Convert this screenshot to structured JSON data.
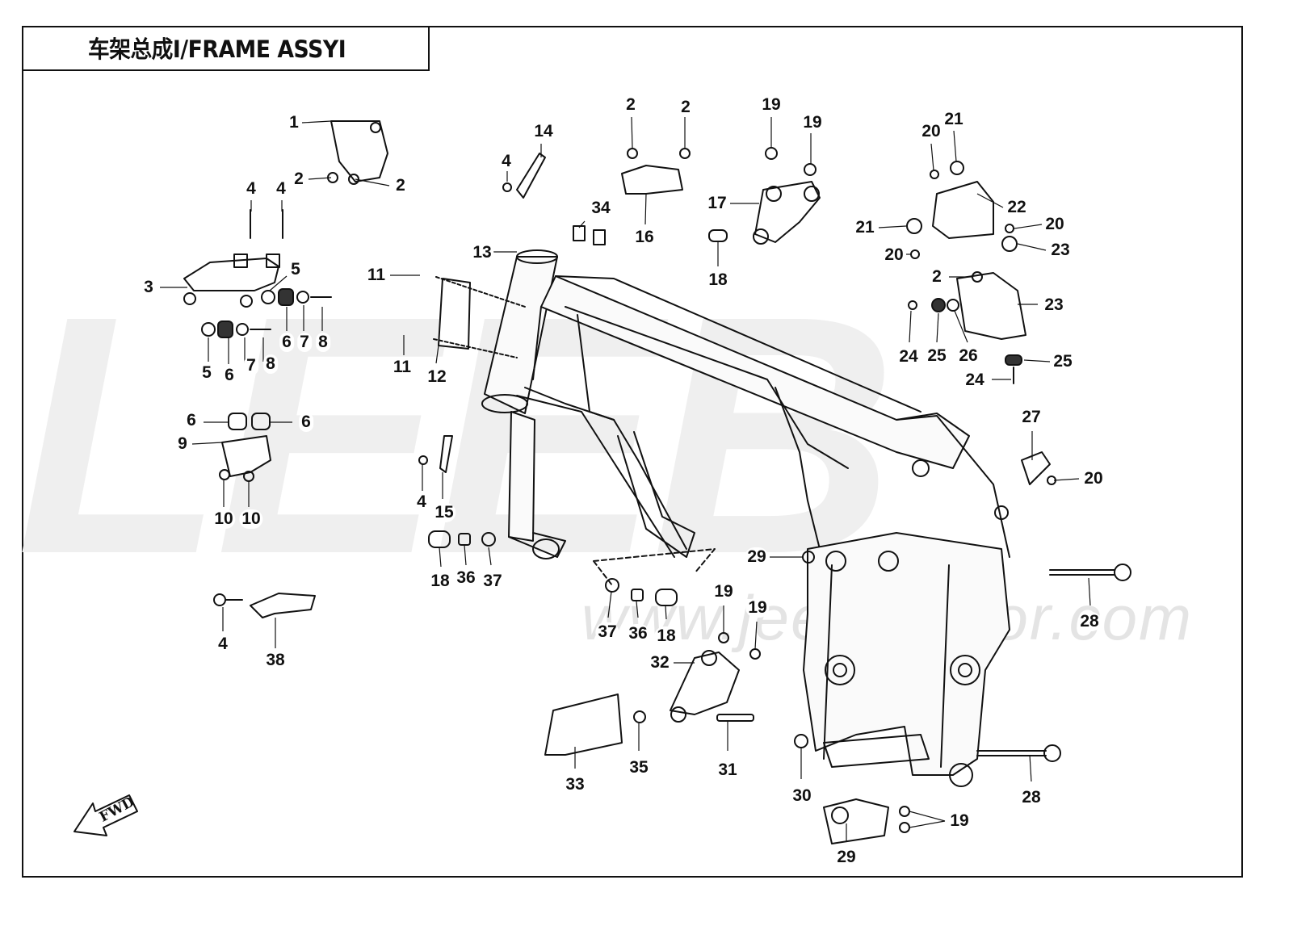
{
  "title": "车架总成Ⅰ/FRAME ASSYⅠ",
  "watermark": {
    "logo": "LEEB",
    "url": "www.jeek-motor.com"
  },
  "forward_indicator": "FWD",
  "colors": {
    "line": "#111111",
    "background": "#ffffff",
    "watermark": "#efefef"
  },
  "callouts": [
    {
      "label": "1"
    },
    {
      "label": "2"
    },
    {
      "label": "2"
    },
    {
      "label": "4"
    },
    {
      "label": "4"
    },
    {
      "label": "5"
    },
    {
      "label": "3"
    },
    {
      "label": "5"
    },
    {
      "label": "6"
    },
    {
      "label": "7"
    },
    {
      "label": "8"
    },
    {
      "label": "6"
    },
    {
      "label": "7"
    },
    {
      "label": "8"
    },
    {
      "label": "6"
    },
    {
      "label": "6"
    },
    {
      "label": "9"
    },
    {
      "label": "10"
    },
    {
      "label": "10"
    },
    {
      "label": "4"
    },
    {
      "label": "38"
    },
    {
      "label": "14"
    },
    {
      "label": "4"
    },
    {
      "label": "34"
    },
    {
      "label": "13"
    },
    {
      "label": "11"
    },
    {
      "label": "11"
    },
    {
      "label": "12"
    },
    {
      "label": "4"
    },
    {
      "label": "15"
    },
    {
      "label": "18"
    },
    {
      "label": "36"
    },
    {
      "label": "37"
    },
    {
      "label": "2"
    },
    {
      "label": "2"
    },
    {
      "label": "16"
    },
    {
      "label": "19"
    },
    {
      "label": "19"
    },
    {
      "label": "17"
    },
    {
      "label": "18"
    },
    {
      "label": "20"
    },
    {
      "label": "21"
    },
    {
      "label": "22"
    },
    {
      "label": "21"
    },
    {
      "label": "20"
    },
    {
      "label": "20"
    },
    {
      "label": "23"
    },
    {
      "label": "2"
    },
    {
      "label": "23"
    },
    {
      "label": "24"
    },
    {
      "label": "25"
    },
    {
      "label": "26"
    },
    {
      "label": "25"
    },
    {
      "label": "24"
    },
    {
      "label": "27"
    },
    {
      "label": "20"
    },
    {
      "label": "29"
    },
    {
      "label": "28"
    },
    {
      "label": "37"
    },
    {
      "label": "36"
    },
    {
      "label": "18"
    },
    {
      "label": "19"
    },
    {
      "label": "19"
    },
    {
      "label": "32"
    },
    {
      "label": "33"
    },
    {
      "label": "35"
    },
    {
      "label": "31"
    },
    {
      "label": "30"
    },
    {
      "label": "28"
    },
    {
      "label": "19"
    },
    {
      "label": "29"
    }
  ]
}
